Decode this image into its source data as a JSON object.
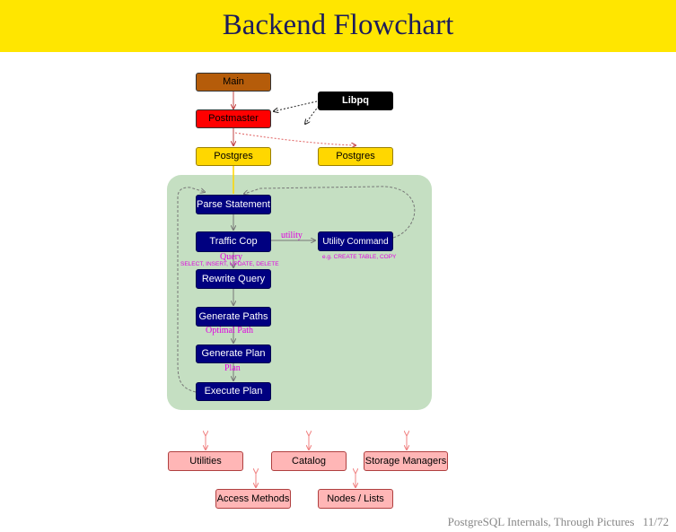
{
  "title": "Backend Flowchart",
  "nodes": {
    "main": "Main",
    "postmaster": "Postmaster",
    "libpq": "Libpq",
    "postgres_a": "Postgres",
    "postgres_b": "Postgres",
    "parse_statement": "Parse Statement",
    "traffic_cop": "Traffic Cop",
    "utility_command": "Utility Command",
    "rewrite_query": "Rewrite Query",
    "generate_paths": "Generate Paths",
    "generate_plan": "Generate Plan",
    "execute_plan": "Execute Plan",
    "utilities": "Utilities",
    "catalog": "Catalog",
    "storage_managers": "Storage Managers",
    "access_methods": "Access Methods",
    "nodes_lists": "Nodes / Lists"
  },
  "labels": {
    "utility": "utility",
    "utility_examples": "e.g. CREATE TABLE, COPY",
    "query": "Query",
    "query_examples": "SELECT, INSERT, UPDATE, DELETE",
    "optimal_path": "Optimal Path",
    "plan": "Plan"
  },
  "footer": {
    "text": "PostgreSQL Internals, Through Pictures",
    "page": "11/72"
  }
}
